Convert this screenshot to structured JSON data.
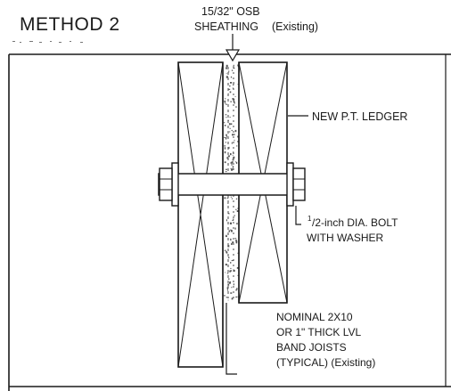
{
  "title": "METHOD 2",
  "callouts": {
    "sheathing": {
      "line1": "15/32\" OSB",
      "line2": "SHEATHING",
      "suffix": "(Existing)"
    },
    "ledger": "NEW P.T. LEDGER",
    "bolt": {
      "fraction_num": "1",
      "line1_rest": "/2-inch DIA. BOLT",
      "line2": "WITH WASHER"
    },
    "joist": {
      "line1": "NOMINAL 2X10",
      "line2": "OR 1\" THICK LVL",
      "line3": "BAND JOISTS",
      "line4": "(TYPICAL) (Existing)"
    }
  },
  "colors": {
    "ink": "#1a1a1a",
    "background": "#ffffff",
    "speckle": "#555555"
  }
}
